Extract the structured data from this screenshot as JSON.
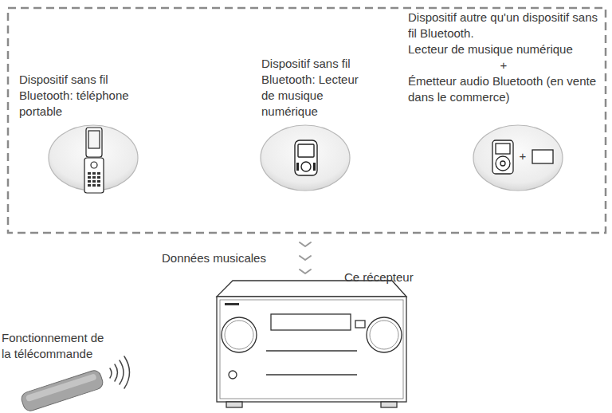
{
  "diagram": {
    "nodes": [
      {
        "text": [
          "Dispositif sans fil Bluetooth: téléphone portable"
        ]
      },
      {
        "text": [
          "Dispositif sans fil Bluetooth: Lecteur de musique numérique"
        ]
      },
      {
        "text": [
          "Dispositif autre qu'un dispositif sans fil Bluetooth.",
          "Lecteur de musique numérique",
          "+",
          "Émetteur audio Bluetooth (en vente dans le commerce)"
        ]
      }
    ],
    "labels": [
      "+",
      "Données musicales",
      "Ce récepteur",
      "Fonctionnement de la télécommande"
    ]
  }
}
